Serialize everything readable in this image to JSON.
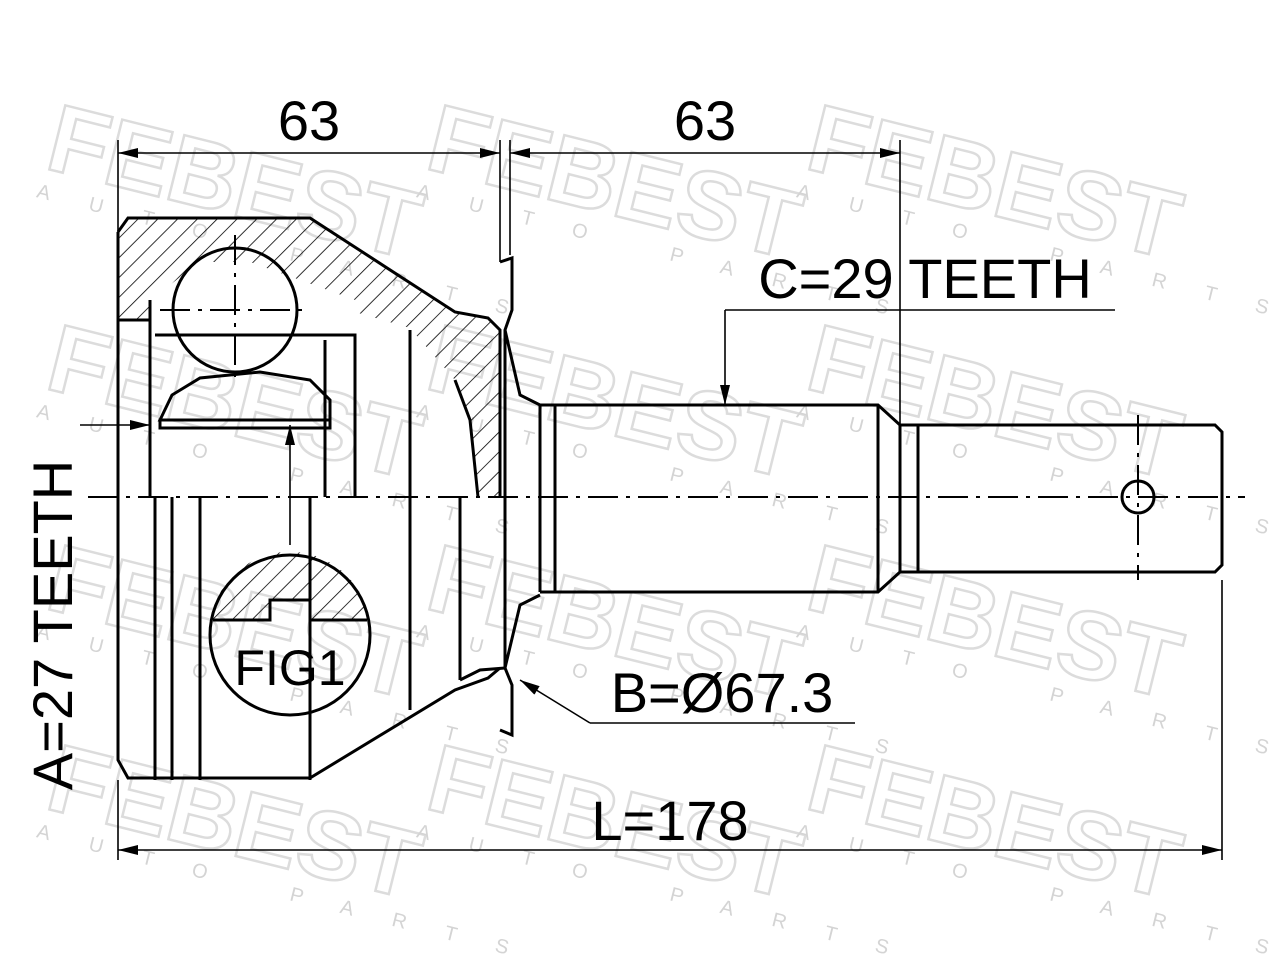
{
  "watermark": {
    "brand": "FEBEST",
    "tagline": "AUTO PARTS"
  },
  "dimensions": {
    "bell_length": "63",
    "shaft_length": "63",
    "total_length": "L=178",
    "outer_spline": "C=29 TEETH",
    "abs_ring": "B=Ø67.3",
    "inner_spline": "A=27 TEETH"
  },
  "figure_label": "FIG1"
}
